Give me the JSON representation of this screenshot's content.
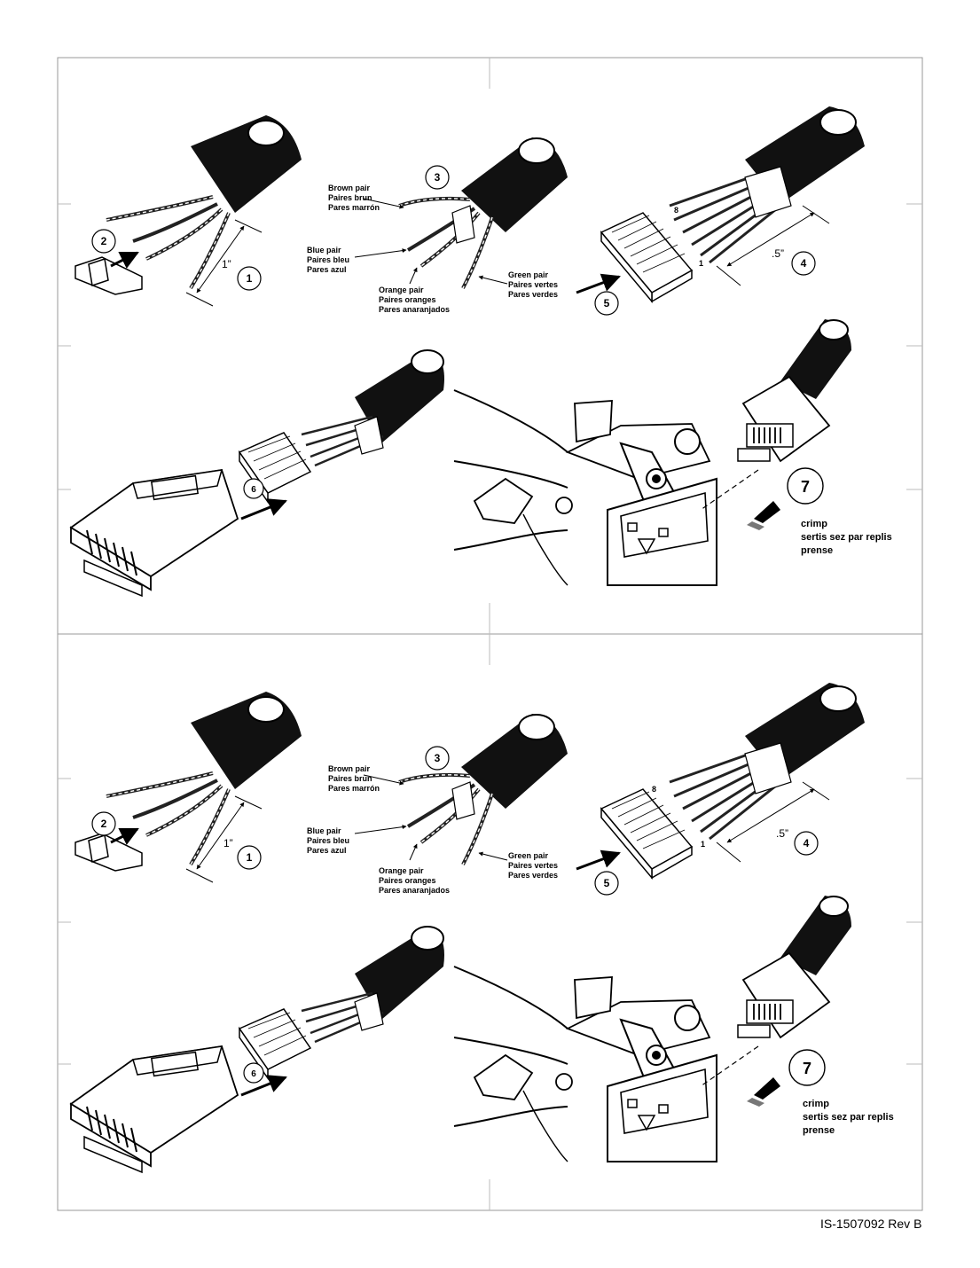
{
  "panels": [
    {
      "steps": {
        "s1": "1",
        "s2": "2",
        "s3": "3",
        "s4": "4",
        "s5": "5",
        "s6": "6",
        "s7": "7"
      },
      "measures": {
        "strip": "1”",
        "trim": ".5”"
      },
      "pins": {
        "pin8": "8",
        "pin1": "1"
      },
      "pairs": {
        "brown": [
          "Brown pair",
          "Paires brun",
          "Pares marrón"
        ],
        "blue": [
          "Blue pair",
          "Paires bleu",
          "Pares azul"
        ],
        "orange": [
          "Orange pair",
          "Paires oranges",
          "Pares anaranjados"
        ],
        "green": [
          "Green pair",
          "Paires vertes",
          "Pares verdes"
        ]
      },
      "crimp": [
        "crimp",
        "sertis sez par replis",
        "prense"
      ]
    },
    {
      "steps": {
        "s1": "1",
        "s2": "2",
        "s3": "3",
        "s4": "4",
        "s5": "5",
        "s6": "6",
        "s7": "7"
      },
      "measures": {
        "strip": "1”",
        "trim": ".5”"
      },
      "pins": {
        "pin8": "8",
        "pin1": "1"
      },
      "pairs": {
        "brown": [
          "Brown pair",
          "Paires brun",
          "Pares marrón"
        ],
        "blue": [
          "Blue pair",
          "Paires bleu",
          "Pares azul"
        ],
        "orange": [
          "Orange pair",
          "Paires oranges",
          "Pares anaranjados"
        ],
        "green": [
          "Green pair",
          "Paires vertes",
          "Pares verdes"
        ]
      },
      "crimp": [
        "crimp",
        "sertis sez par replis",
        "prense"
      ]
    }
  ],
  "document_id": "IS-1507092 Rev B"
}
